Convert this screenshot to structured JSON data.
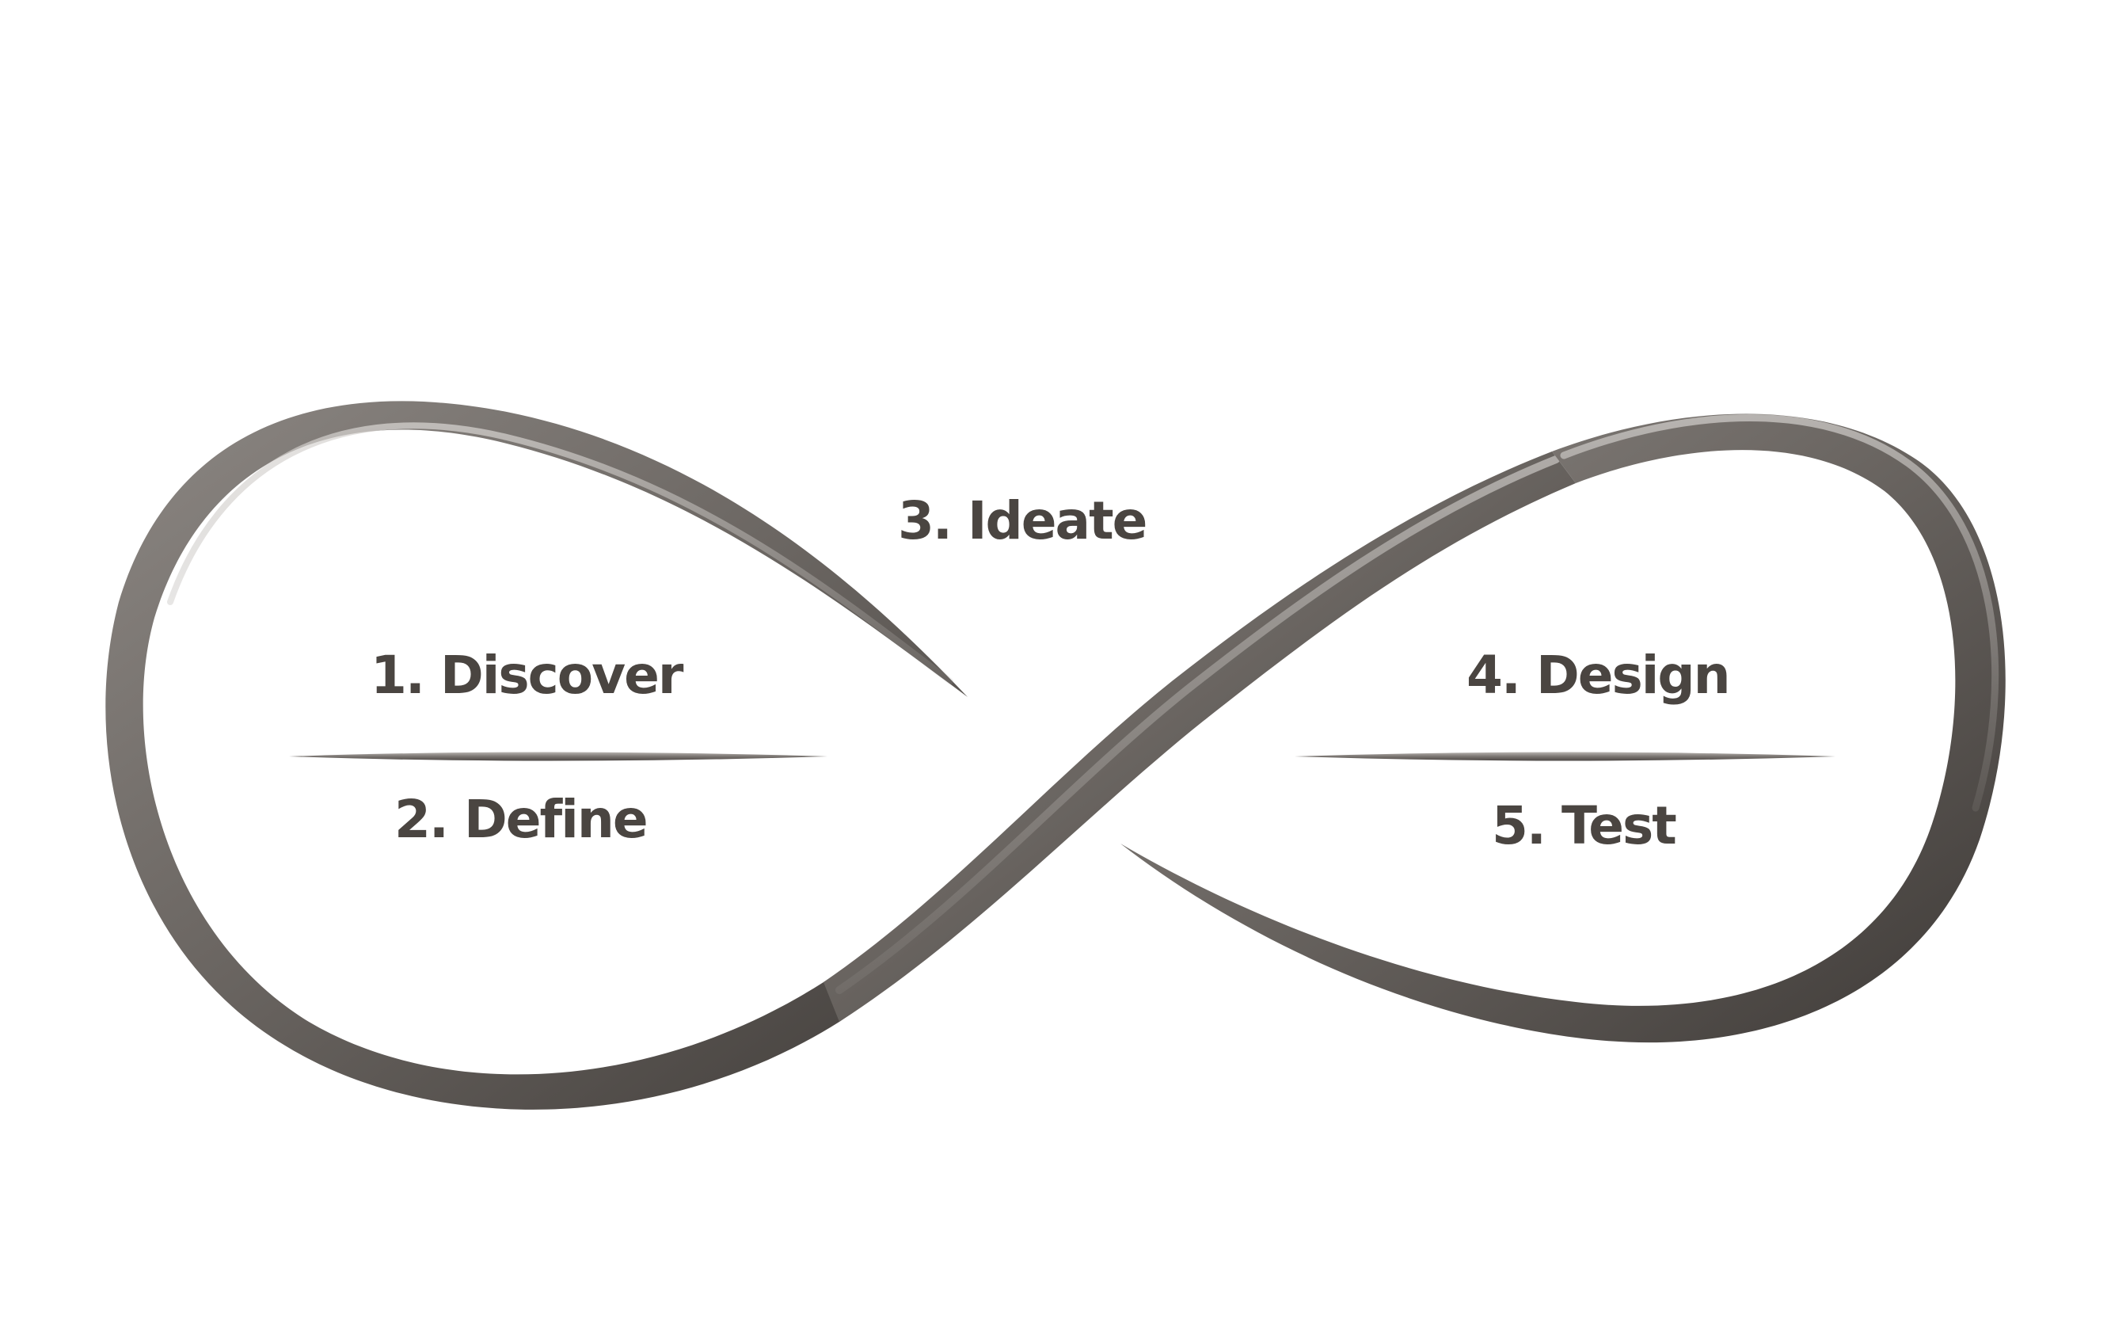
{
  "stages": [
    {
      "id": "discover",
      "label": "1. Discover"
    },
    {
      "id": "define",
      "label": "2. Define"
    },
    {
      "id": "ideate",
      "label": "3. Ideate"
    },
    {
      "id": "design",
      "label": "4. Design"
    },
    {
      "id": "test",
      "label": "5. Test"
    }
  ],
  "colors": {
    "background": "#ffffff",
    "text": "#4a4541",
    "ribbon_dark": "#3f3b38",
    "ribbon_mid": "#6f6a66",
    "ribbon_light": "#c9c5c2"
  }
}
